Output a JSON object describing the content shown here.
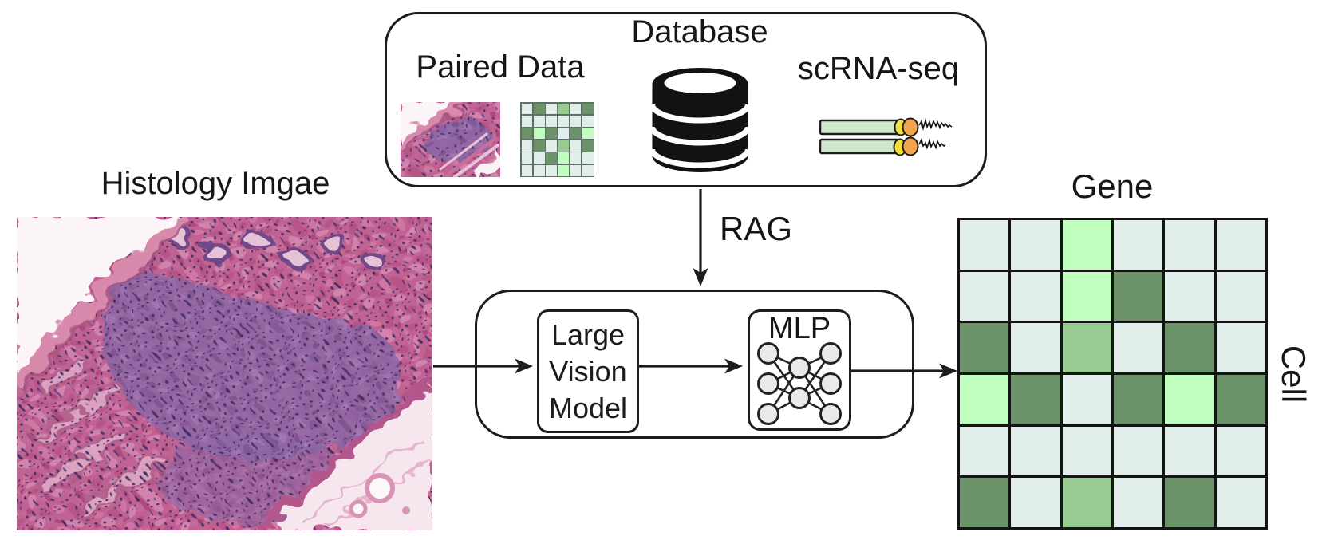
{
  "labels": {
    "histology_title": "Histology Imgae",
    "database_title": "Database",
    "paired_data": "Paired Data",
    "scrna_seq": "scRNA-seq",
    "rag": "RAG",
    "lvm_lines": [
      "Large",
      "Vision",
      "Model"
    ],
    "mlp": "MLP"
  },
  "gene_matrix": {
    "col_axis": "Gene",
    "row_axis": "Cell",
    "rows": 6,
    "cols": 6,
    "cells": [
      [
        "light",
        "light",
        "mint",
        "light",
        "light",
        "light"
      ],
      [
        "light",
        "light",
        "mint",
        "dark",
        "light",
        "light"
      ],
      [
        "dark",
        "light",
        "medium",
        "light",
        "dark",
        "light"
      ],
      [
        "mint",
        "dark",
        "light",
        "dark",
        "mint",
        "dark"
      ],
      [
        "light",
        "light",
        "light",
        "light",
        "light",
        "light"
      ],
      [
        "dark",
        "light",
        "medium",
        "light",
        "dark",
        "light"
      ]
    ]
  },
  "paired_grid": {
    "rows": 6,
    "cols": 6,
    "cells": [
      [
        "light",
        "dark",
        "light",
        "medium",
        "light",
        "dark"
      ],
      [
        "light",
        "light",
        "light",
        "light",
        "light",
        "light"
      ],
      [
        "dark",
        "mint",
        "dark",
        "light",
        "dark",
        "mint"
      ],
      [
        "light",
        "dark",
        "light",
        "medium",
        "light",
        "dark"
      ],
      [
        "light",
        "light",
        "dark",
        "mint",
        "light",
        "light"
      ],
      [
        "light",
        "light",
        "light",
        "mint",
        "light",
        "light"
      ]
    ]
  },
  "colors": {
    "ink": "#1c1c1c",
    "heat_levels": {
      "light": "#e1eee9",
      "mint": "#c0fec0",
      "medium": "#98cb91",
      "dark": "#6b9268"
    },
    "paired_grid_line": "#5f6e68",
    "gene_grid_line": "#141414",
    "rna_bar": "#cfe7cc",
    "rna_cap_yellow": "#f6e03c",
    "rna_cap_orange": "#f3a54e"
  },
  "icons": {
    "database": "database-cylinder-icon",
    "rna_reads": "rna-reads-icon",
    "mlp_network": "mlp-network-icon",
    "histology_photo": "histology-image",
    "histology_thumb": "histology-thumbnail"
  }
}
